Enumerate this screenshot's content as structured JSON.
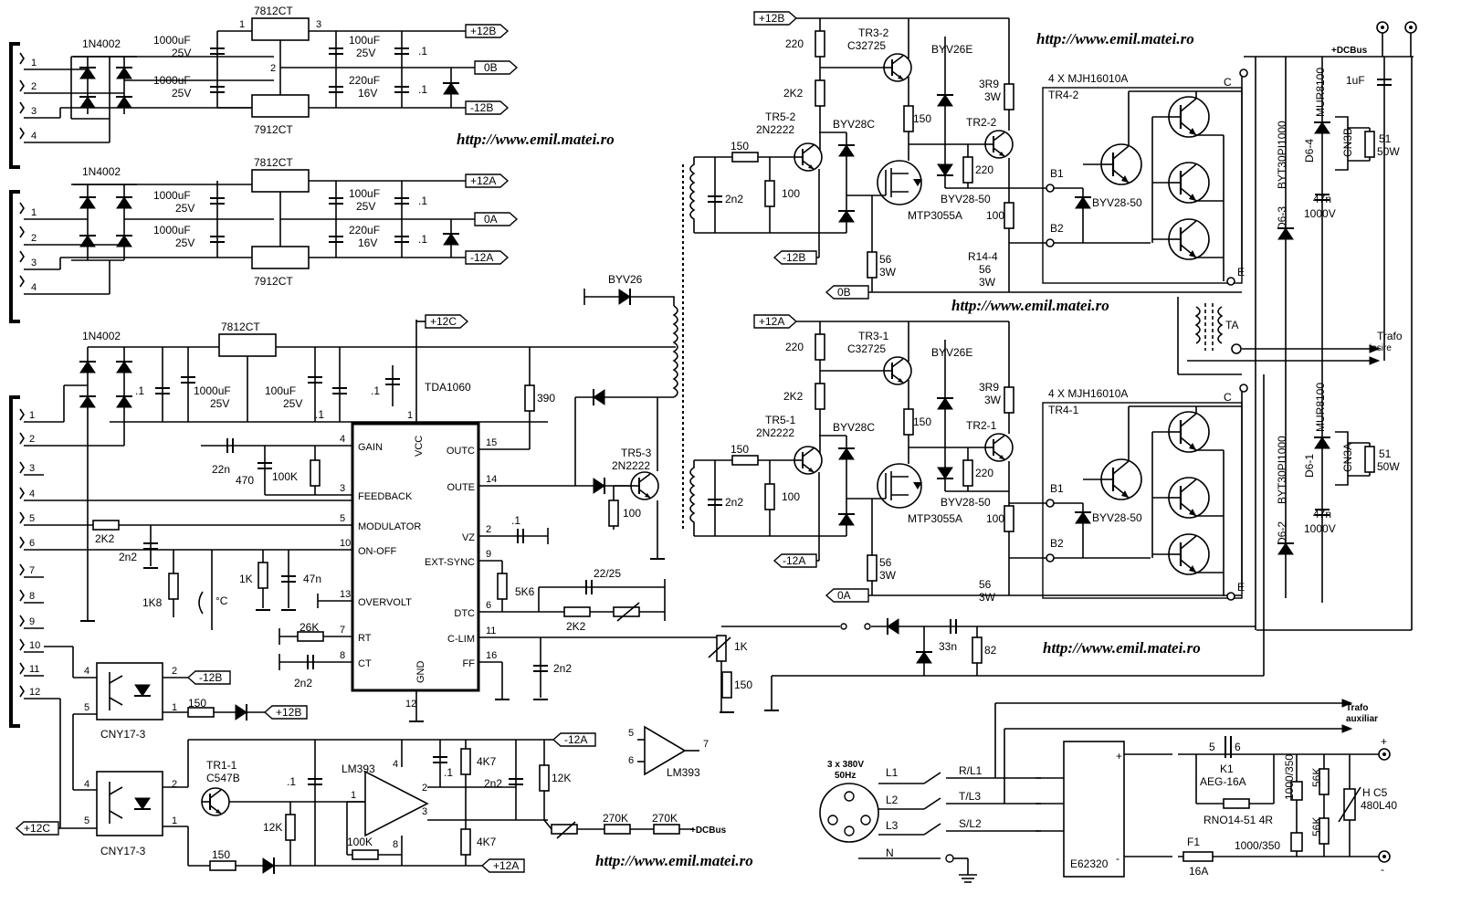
{
  "urls": [
    "http://www.emil.matei.ro",
    "http://www.emil.matei.ro",
    "http://www.emil.matei.ro",
    "http://www.emil.matei.ro",
    "http://www.emil.matei.ro"
  ],
  "psu": {
    "bridge": "1N4002",
    "reg_pos": "7812CT",
    "reg_neg": "7912CT",
    "cap_in_value": "1000uF",
    "cap_in_volt": "25V",
    "cap_out1_value": "100uF",
    "cap_out1_volt": "25V",
    "cap_out2_value": "220uF",
    "cap_out2_volt": "16V",
    "cap_dec": ".1",
    "pin1": "1",
    "pin2": "2",
    "pin3": "3",
    "pin4": "4",
    "rails_b": [
      "+12B",
      "0B",
      "-12B"
    ],
    "rails_a": [
      "+12A",
      "0A",
      "-12A"
    ],
    "rail_c": "+12C"
  },
  "controller": {
    "chip": "TDA1060",
    "left_pins": [
      {
        "num": "4",
        "name": "GAIN"
      },
      {
        "num": "3",
        "name": "FEEDBACK"
      },
      {
        "num": "5",
        "name": "MODULATOR"
      },
      {
        "num": "10",
        "name": "ON-OFF"
      },
      {
        "num": "13",
        "name": "OVERVOLT"
      },
      {
        "num": "7",
        "name": "RT"
      },
      {
        "num": "8",
        "name": "CT"
      }
    ],
    "right_pins": [
      {
        "num": "15",
        "name": "OUTC"
      },
      {
        "num": "14",
        "name": "OUTE"
      },
      {
        "num": "2",
        "name": "VZ"
      },
      {
        "num": "9",
        "name": "EXT-SYNC"
      },
      {
        "num": "6",
        "name": "DTC"
      },
      {
        "num": "11",
        "name": "C-LIM"
      },
      {
        "num": "16",
        "name": "FF"
      }
    ],
    "vcc": "VCC",
    "vcc_pin": "1",
    "gnd": "GND",
    "gnd_pin": "12",
    "parts": {
      "c22n": "22n",
      "r470": "470",
      "r100k": "100K",
      "r2k2": "2K2",
      "c2n2": "2n2",
      "r1k8": "1K8",
      "r1k": "1K",
      "c47n": "47n",
      "r26k": "26K",
      "c2n2b": "2n2",
      "r390": "390",
      "r5k6": "5K6",
      "c22_25": "22/25",
      "r2k2b": "2K2",
      "c2n2c": "2n2",
      "c01": ".1",
      "ntc": "°C",
      "byv26": "BYV26",
      "tr53": "TR5-3",
      "tr53b": "2N2222",
      "r100": "100"
    },
    "conn_pins": [
      "1",
      "2",
      "3",
      "4",
      "5",
      "6",
      "7",
      "8",
      "9",
      "10",
      "11",
      "12"
    ]
  },
  "protection": {
    "opto1": "CNY17-3",
    "opto2": "CNY17-3",
    "opto_pins": [
      "4",
      "5",
      "2",
      "1"
    ],
    "r150a": "150",
    "r150b": "150",
    "tr11": "TR1-1",
    "tr11b": "C547B",
    "comp": "LM393",
    "comp2": "LM393",
    "comp_pins": [
      "4",
      "2",
      "1",
      "3",
      "8",
      "5",
      "6",
      "7"
    ],
    "parts": {
      "c01": ".1",
      "c01b": ".1",
      "r4k7a": "4K7",
      "r4k7b": "4K7",
      "c2n2": "2n2",
      "r12ka": "12K",
      "r12kb": "12K",
      "r100k": "100K",
      "r270ka": "270K",
      "r270kb": "270K",
      "dcbus": "+DCBus"
    },
    "rails": [
      "-12B",
      "+12B",
      "-12A",
      "+12A",
      "+12C"
    ]
  },
  "drivers": [
    {
      "rail_pos": "+12B",
      "rail_neg": "-12B",
      "rail_zero": "0B",
      "r220": "220",
      "r2k2": "2K2",
      "tr3": "TR3-2",
      "tr3b": "C32725",
      "tr5": "TR5-2",
      "tr5b": "2N2222",
      "byv28c": "BYV28C",
      "byv26e": "BYV26E",
      "r150": "150",
      "r150b": "150",
      "r100": "100",
      "c2n2": "2n2",
      "mos": "MTP3055A",
      "r56": "56",
      "r56w": "3W",
      "r3r9": "3R9",
      "r3r9w": "3W",
      "tr2": "TR2-2",
      "byv2850": "BYV28-50",
      "r220b": "220",
      "r100b": "100"
    },
    {
      "rail_pos": "+12A",
      "rail_neg": "-12A",
      "rail_zero": "0A",
      "r220": "220",
      "r2k2": "2K2",
      "tr3": "TR3-1",
      "tr3b": "C32725",
      "tr5": "TR5-1",
      "tr5b": "2N2222",
      "byv28c": "BYV28C",
      "byv26e": "BYV26E",
      "r150": "150",
      "r150b": "150",
      "r100": "100",
      "c2n2": "2n2",
      "mos": "MTP3055A",
      "r56": "56",
      "r56w": "3W",
      "r3r9": "3R9",
      "r3r9w": "3W",
      "tr2": "TR2-1",
      "byv2850": "BYV28-50",
      "r220b": "220",
      "r100b": "100"
    }
  ],
  "power": [
    {
      "array": "4 X MJH16010A",
      "name": "TR4-2",
      "b1": "B1",
      "b2": "B2",
      "c": "C",
      "e": "E",
      "diode": "BYV28-50",
      "r14": "R14-4",
      "r14v": "56",
      "r14w": "3W",
      "d64": "D6-4",
      "cn": "CN3B",
      "r51": "51",
      "r51w": "50W",
      "c47n": "47n",
      "c47v": "1000V",
      "d63": "D6-3",
      "byt": "BYT30PI1000",
      "mur": "MUR8100"
    },
    {
      "array": "4 X MJH16010A",
      "name": "TR4-1",
      "b1": "B1",
      "b2": "B2",
      "c": "C",
      "e": "E",
      "diode": "BYV28-50",
      "r14": "",
      "r14v": "56",
      "r14w": "3W",
      "d64": "D6-1",
      "cn": "CN3A",
      "r51": "51",
      "r51w": "50W",
      "c47n": "47n",
      "c47v": "1000V",
      "d63": "D6-2",
      "byt": "BYT30PI1000",
      "mur": "MUR8100"
    }
  ],
  "output": {
    "dcbus": "+DCBus",
    "c1uf": "1uF",
    "ta": "TA",
    "trafo": "Trafo",
    "iesire": "iesire",
    "trafo2": "Trafo",
    "auxiliar": "auxiliar",
    "r1k": "1K",
    "r150": "150",
    "c33n": "33n",
    "r82": "82"
  },
  "mains": {
    "supply1": "3 x 380V",
    "supply2": "50Hz",
    "phases": [
      "L1",
      "L2",
      "L3",
      "N"
    ],
    "lines": [
      "R/L1",
      "T/L3",
      "S/L2"
    ],
    "bridge": "E62320",
    "relay": "K1",
    "relay_type": "AEG-16A",
    "relay_pins": [
      "5",
      "6"
    ],
    "rno": "RNO14-51 4R",
    "cap1": "1000/350",
    "cap2": "1000/350",
    "r56a": "56K",
    "r56b": "56K",
    "var1": "H C5",
    "var2": "480L40",
    "fuse": "F1",
    "fuse_val": "16A",
    "plus": "+",
    "minus": "-"
  }
}
